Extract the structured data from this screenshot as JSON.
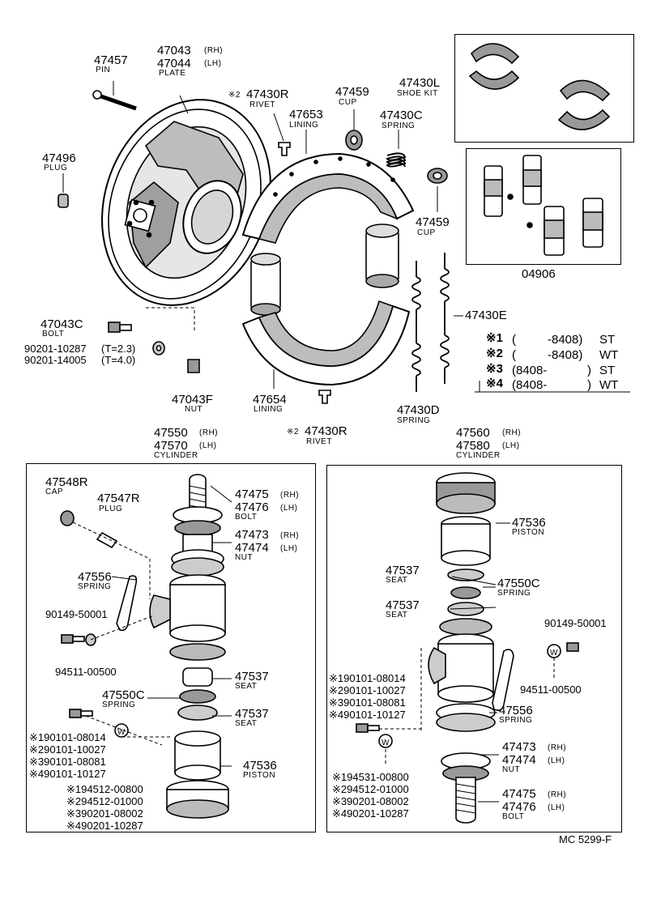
{
  "title_code": "MC 5299-F",
  "parts": {
    "pin": {
      "num": "47457",
      "name": "PIN"
    },
    "plate": {
      "num_rh": "47043",
      "rh": "(RH)",
      "num_lh": "47044",
      "lh": "(LH)",
      "name": "PLATE"
    },
    "plug_top": {
      "num": "47496",
      "name": "PLUG"
    },
    "rivet_top": {
      "mark": "※2",
      "num": "47430R",
      "name": "RIVET"
    },
    "cup_top": {
      "num": "47459",
      "name": "CUP"
    },
    "lining_top": {
      "num": "47653",
      "name": "LINING"
    },
    "spring_top": {
      "num": "47430C",
      "name": "SPRING"
    },
    "shoe_kit": {
      "num": "47430L",
      "name": "SHOE KIT"
    },
    "cup_right": {
      "num": "47459",
      "name": "CUP"
    },
    "kit_04906": {
      "num": "04906"
    },
    "spring_e": {
      "num": "47430E"
    },
    "bolt_c": {
      "num": "47043C",
      "name": "BOLT"
    },
    "washer_1": {
      "num": "90201-10287",
      "spec": "(T=2.3)"
    },
    "washer_2": {
      "num": "90201-14005",
      "spec": "(T=4.0)"
    },
    "nut_f": {
      "num": "47043F",
      "name": "NUT"
    },
    "lining_bottom": {
      "num": "47654",
      "name": "LINING"
    },
    "rivet_bottom": {
      "mark": "※2",
      "num": "47430R",
      "name": "RIVET"
    },
    "spring_d": {
      "num": "47430D",
      "name": "SPRING"
    }
  },
  "legend": [
    {
      "mark": "※1",
      "open": "(",
      "range": "-8408)",
      "type": "ST"
    },
    {
      "mark": "※2",
      "open": "(",
      "range": "-8408)",
      "type": "WT"
    },
    {
      "mark": "※3",
      "open": "(8408-",
      "range": ")",
      "type": "ST"
    },
    {
      "mark": "※4",
      "open": "(8408-",
      "range": ")",
      "type": "WT"
    }
  ],
  "left_cyl": {
    "header": {
      "num_rh": "47550",
      "rh": "(RH)",
      "num_lh": "47570",
      "lh": "(LH)",
      "name": "CYLINDER"
    },
    "cap": {
      "num": "47548R",
      "name": "CAP"
    },
    "plug": {
      "num": "47547R",
      "name": "PLUG"
    },
    "spring_56": {
      "num": "47556",
      "name": "SPRING"
    },
    "bolt_num": "90149-50001",
    "washer_num": "94511-00500",
    "bolt": {
      "num_rh": "47475",
      "rh": "(RH)",
      "num_lh": "47476",
      "lh": "(LH)",
      "name": "BOLT"
    },
    "nut": {
      "num_rh": "47473",
      "rh": "(RH)",
      "num_lh": "47474",
      "lh": "(LH)",
      "name": "NUT"
    },
    "seat_1": {
      "num": "47537",
      "name": "SEAT"
    },
    "spring_c": {
      "num": "47550C",
      "name": "SPRING"
    },
    "seat_2": {
      "num": "47537",
      "name": "SEAT"
    },
    "piston": {
      "num": "47536",
      "name": "PISTON"
    },
    "bolts_list": [
      "※190101-08014",
      "※290101-10027",
      "※390101-08081",
      "※490101-10127"
    ],
    "washers_list": [
      "※194512-00800",
      "※294512-01000",
      "※390201-08002",
      "※490201-10287"
    ]
  },
  "right_cyl": {
    "header": {
      "num_rh": "47560",
      "rh": "(RH)",
      "num_lh": "47580",
      "lh": "(LH)",
      "name": "CYLINDER"
    },
    "piston": {
      "num": "47536",
      "name": "PISTON"
    },
    "seat_1": {
      "num": "47537",
      "name": "SEAT"
    },
    "spring_c": {
      "num": "47550C",
      "name": "SPRING"
    },
    "seat_2": {
      "num": "47537",
      "name": "SEAT"
    },
    "bolt_num": "90149-50001",
    "washer_num": "94511-00500",
    "spring_56": {
      "num": "47556",
      "name": "SPRING"
    },
    "bolts_list": [
      "※190101-08014",
      "※290101-10027",
      "※390101-08081",
      "※490101-10127"
    ],
    "washers_list": [
      "※194531-00800",
      "※294512-01000",
      "※390201-08002",
      "※490201-10287"
    ],
    "nut": {
      "num_rh": "47473",
      "rh": "(RH)",
      "num_lh": "47474",
      "lh": "(LH)",
      "name": "NUT"
    },
    "bolt": {
      "num_rh": "47475",
      "rh": "(RH)",
      "num_lh": "47476",
      "lh": "(LH)",
      "name": "BOLT"
    }
  }
}
